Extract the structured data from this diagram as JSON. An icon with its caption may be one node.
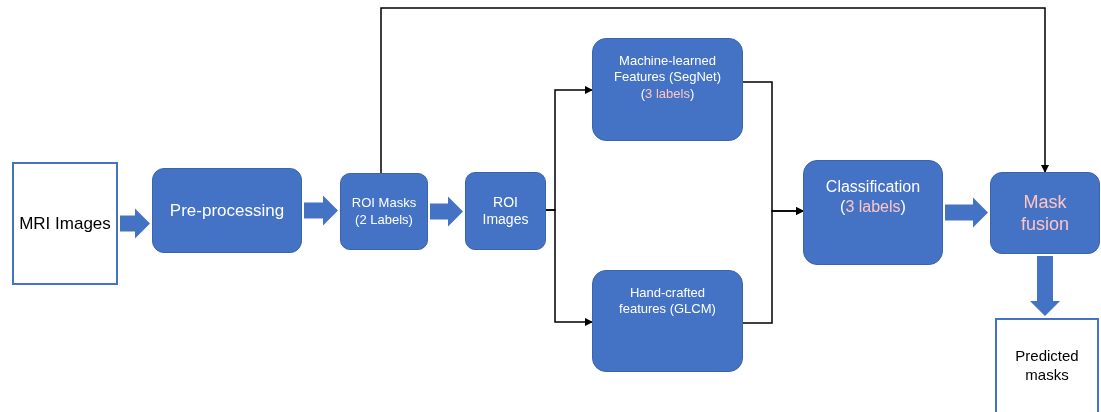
{
  "diagram": {
    "nodes": [
      {
        "text": [
          "MRI Images"
        ]
      },
      {
        "text": [
          "Pre-processing"
        ]
      },
      {
        "text": [
          "ROI Masks (2 Labels)"
        ]
      },
      {
        "text": [
          "ROI Images"
        ]
      },
      {
        "text": [
          "Machine-learned Features (SegNet)",
          "(**3 labels**)"
        ]
      },
      {
        "text": [
          "Hand-crafted features (GLCM)"
        ]
      },
      {
        "text": [
          "Classification",
          "(**3 labels**)"
        ]
      },
      {
        "text": [
          "Mask fusion"
        ]
      },
      {
        "text": [
          "Predicted masks"
        ]
      }
    ],
    "edges": [
      {
        "from": 0,
        "to": 1,
        "arrow": "to",
        "style": "thick"
      },
      {
        "from": 1,
        "to": 2,
        "arrow": "to",
        "style": "thick"
      },
      {
        "from": 2,
        "to": 3,
        "arrow": "to",
        "style": "thick"
      },
      {
        "from": 2,
        "to": 7,
        "arrow": "to"
      },
      {
        "from": 3,
        "to": 4,
        "arrow": "to"
      },
      {
        "from": 3,
        "to": 5,
        "arrow": "to"
      },
      {
        "from": 4,
        "to": 6,
        "arrow": "to"
      },
      {
        "from": 5,
        "to": 6,
        "arrow": "to"
      },
      {
        "from": 6,
        "to": 7,
        "arrow": "to",
        "style": "thick"
      },
      {
        "from": 7,
        "to": 8,
        "arrow": "to",
        "style": "thick"
      }
    ]
  }
}
